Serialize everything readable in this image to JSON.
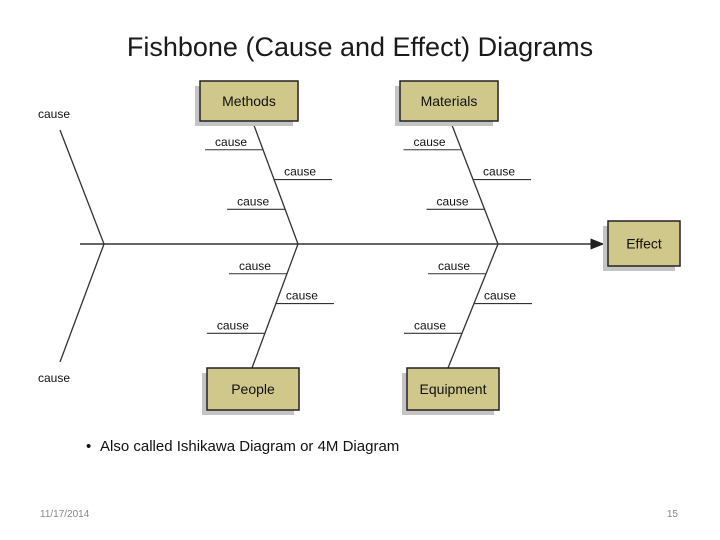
{
  "slide": {
    "title": "Fishbone (Cause and Effect) Diagrams",
    "bullet": "Also called Ishikawa Diagram or 4M Diagram",
    "bullet_mark": "•",
    "footer_date": "11/17/2014",
    "footer_page": "15"
  },
  "diagram": {
    "effect": "Effect",
    "categories": {
      "methods": "Methods",
      "materials": "Materials",
      "people": "People",
      "equipment": "Equipment"
    },
    "cause_label": "cause",
    "colors": {
      "box_fill": "#cfc88a",
      "box_border": "#222222",
      "shadow": "#c4c4c4",
      "line": "#333333"
    }
  }
}
